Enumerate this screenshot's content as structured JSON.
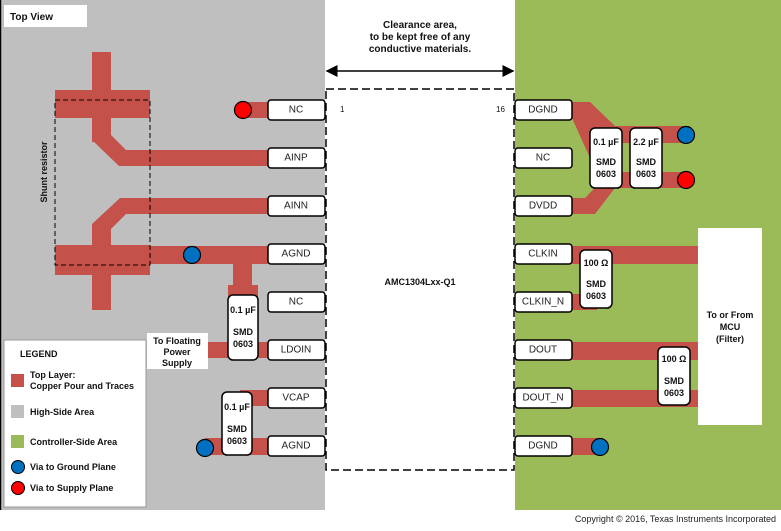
{
  "title": "Top View",
  "clearance": {
    "line1": "Clearance area,",
    "line2": "to be kept free of any",
    "line3": "conductive materials."
  },
  "chip": {
    "name": "AMC1304Lxx-Q1",
    "pin_first": "1",
    "pin_last": "16"
  },
  "left_pins": [
    "NC",
    "AINP",
    "AINN",
    "AGND",
    "NC",
    "LDOIN",
    "VCAP",
    "AGND"
  ],
  "right_pins": [
    "DGND",
    "NC",
    "DVDD",
    "CLKIN",
    "CLKIN_N",
    "DOUT",
    "DOUT_N",
    "DGND"
  ],
  "shunt_label": "Shunt resistor",
  "floating": {
    "line1": "To Floating",
    "line2": "Power",
    "line3": "Supply"
  },
  "mcu": {
    "line1": "To or From",
    "line2": "MCU",
    "line3": "(Filter)"
  },
  "caps": {
    "ldo": {
      "value": "0.1 µF",
      "pkg1": "SMD",
      "pkg2": "0603"
    },
    "vcap": {
      "value": "0.1 µF",
      "pkg1": "SMD",
      "pkg2": "0603"
    },
    "dvdd1": {
      "value": "0.1 µF",
      "pkg1": "SMD",
      "pkg2": "0603"
    },
    "dvdd2": {
      "value": "2.2 µF",
      "pkg1": "SMD",
      "pkg2": "0603"
    },
    "clk": {
      "value": "100 Ω",
      "pkg1": "SMD",
      "pkg2": "0603"
    },
    "dout": {
      "value": "100 Ω",
      "pkg1": "SMD",
      "pkg2": "0603"
    }
  },
  "legend": {
    "title": "LEGEND",
    "items": [
      {
        "line1": "Top Layer:",
        "line2": "Copper Pour and Traces",
        "color": "#c5524a"
      },
      {
        "line1": "High-Side Area",
        "color": "#bfbfbf"
      },
      {
        "line1": "Controller-Side Area",
        "color": "#9bbb59"
      },
      {
        "line1": "Via to Ground Plane",
        "color": "#0070c0"
      },
      {
        "line1": "Via to Supply Plane",
        "color": "#ff0000"
      }
    ]
  },
  "copyright": "Copyright © 2016, Texas Instruments Incorporated",
  "colors": {
    "trace": "#c5524a",
    "high_side": "#bfbfbf",
    "controller_side": "#9bbb59",
    "ground_via": "#0070c0",
    "supply_via": "#ff0000"
  }
}
